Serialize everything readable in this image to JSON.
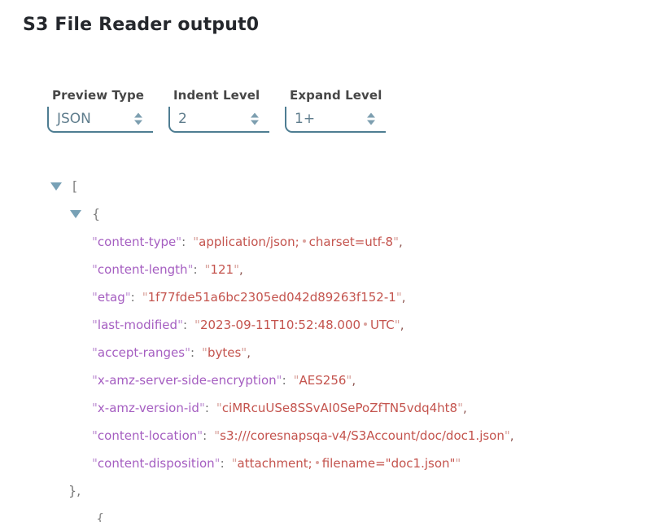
{
  "title": "S3 File Reader output0",
  "controls": {
    "preview_type": {
      "label": "Preview Type",
      "value": "JSON"
    },
    "indent_level": {
      "label": "Indent Level",
      "value": "2"
    },
    "expand_level": {
      "label": "Expand Level",
      "value": "1+"
    }
  },
  "json_tree": {
    "array_open": "[",
    "object_open": "{",
    "object_close": "},",
    "next_object_partial": "{",
    "entries": [
      {
        "key": "content-type",
        "segments": [
          {
            "text": "application/json;"
          },
          {
            "dot": true
          },
          {
            "text": "charset=utf-8"
          }
        ],
        "comma": ","
      },
      {
        "key": "content-length",
        "segments": [
          {
            "text": "121"
          }
        ],
        "comma": ","
      },
      {
        "key": "etag",
        "segments": [
          {
            "text": "1f77fde51a6bc2305ed042d89263f152-1"
          }
        ],
        "comma": ","
      },
      {
        "key": "last-modified",
        "segments": [
          {
            "text": "2023-09-11T10:52:48.000"
          },
          {
            "dot": true
          },
          {
            "text": "UTC"
          }
        ],
        "comma": ","
      },
      {
        "key": "accept-ranges",
        "segments": [
          {
            "text": "bytes"
          }
        ],
        "comma": ","
      },
      {
        "key": "x-amz-server-side-encryption",
        "segments": [
          {
            "text": "AES256"
          }
        ],
        "comma": ","
      },
      {
        "key": "x-amz-version-id",
        "segments": [
          {
            "text": "ciMRcuUSe8SSvAI0SePoZfTN5vdq4ht8"
          }
        ],
        "comma": ","
      },
      {
        "key": "content-location",
        "segments": [
          {
            "text": "s3:///coresnapsqa-v4/S3Account/doc/doc1.json"
          }
        ],
        "comma": ","
      },
      {
        "key": "content-disposition",
        "segments": [
          {
            "text": "attachment;"
          },
          {
            "dot": true
          },
          {
            "text": "filename=\"doc1.json\""
          }
        ],
        "comma": ""
      }
    ]
  },
  "colors": {
    "accent_border": "#4e7d92",
    "select_text": "#5f7d8d",
    "caret": "#78a1b6",
    "key": "#a55ec1",
    "value": "#c4544e",
    "bracket": "#828282"
  }
}
